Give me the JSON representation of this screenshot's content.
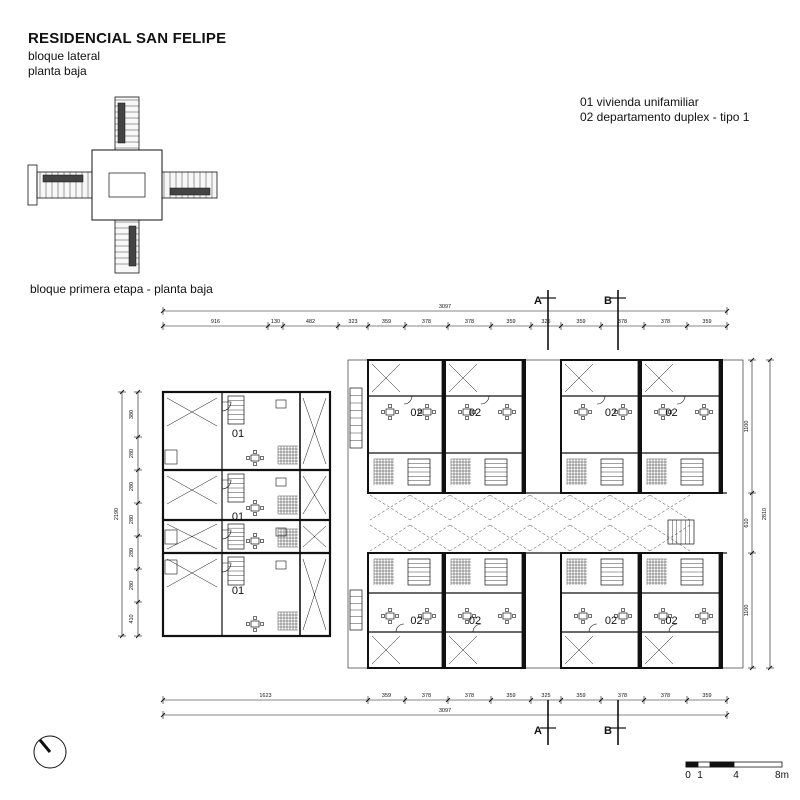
{
  "header": {
    "title": "RESIDENCIAL SAN FELIPE",
    "subtitle_1": "bloque lateral",
    "subtitle_2": "planta baja"
  },
  "legend": [
    "01 vivienda unifamiliar",
    "02 departamento duplex - tipo 1"
  ],
  "key_plan_caption": "bloque primera etapa - planta baja",
  "section_marks": [
    "A",
    "B"
  ],
  "dimensions": {
    "top_total": "3097",
    "top_chain": [
      "916",
      "130",
      "482",
      "323",
      "359",
      "378",
      "378",
      "359",
      "325",
      "359",
      "378",
      "378",
      "359"
    ],
    "bottom_total": "3097",
    "bottom_chain": [
      "1623",
      "359",
      "378",
      "378",
      "359",
      "325",
      "359",
      "378",
      "378",
      "359"
    ],
    "left_total": "2190",
    "left_chain": [
      "380",
      "280",
      "280",
      "280",
      "280",
      "280",
      "410"
    ],
    "right_total": "2810",
    "right_chain": [
      "1100",
      "610",
      "1100"
    ]
  },
  "unit_labels": {
    "type_01": "01",
    "type_02": "02"
  },
  "scale_bar": {
    "ticks": [
      "0",
      "1",
      "4",
      "8m"
    ]
  },
  "colors": {
    "ink": "#111111",
    "wall": "#1a1a1a",
    "paper": "#ffffff"
  }
}
